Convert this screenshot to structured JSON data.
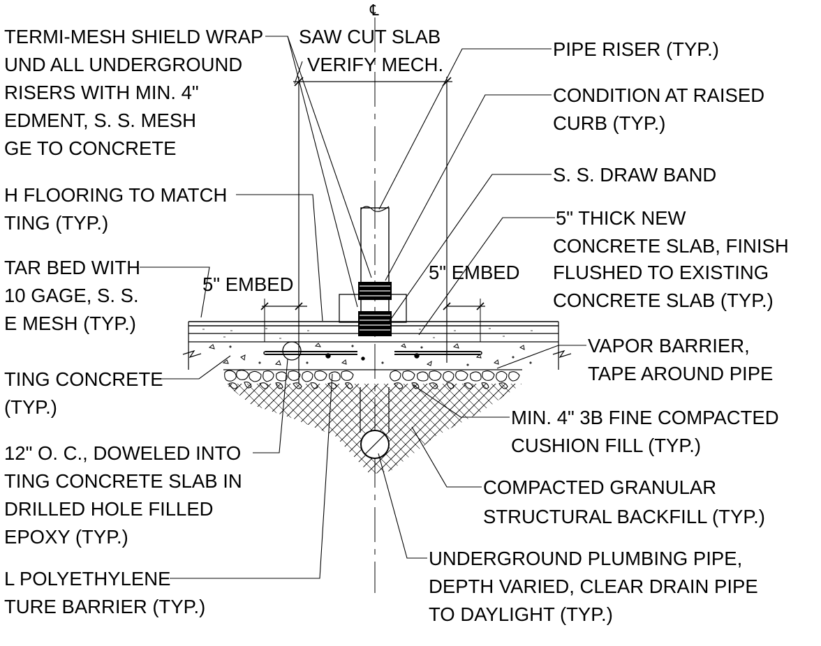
{
  "centerline_symbol": "℄",
  "left_labels": {
    "termi_mesh": [
      "TERMI-MESH SHIELD WRAP",
      "UND ALL UNDERGROUND",
      "RISERS WITH MIN. 4\"",
      "EDMENT, S. S. MESH",
      "GE TO CONCRETE"
    ],
    "flooring": [
      "H FLOORING TO MATCH",
      "TING (TYP.)"
    ],
    "mortar_bed": [
      "TAR BED WITH",
      "10 GAGE, S. S.",
      "E MESH (TYP.)"
    ],
    "existing_concrete": [
      "TING CONCRETE",
      "(TYP.)"
    ],
    "dowel": [
      "12\" O. C., DOWELED INTO",
      "TING CONCRETE SLAB IN",
      "DRILLED HOLE FILLED",
      "EPOXY (TYP.)"
    ],
    "poly_barrier": [
      "L POLYETHYLENE",
      "TURE BARRIER  (TYP.)"
    ]
  },
  "center_labels": {
    "saw_cut": [
      "SAW CUT SLAB",
      "VERIFY MECH."
    ],
    "embed_left": "5\" EMBED",
    "embed_right": "5\" EMBED"
  },
  "right_labels": {
    "pipe_riser": "PIPE RISER (TYP.)",
    "raised_curb": [
      "CONDITION AT RAISED",
      "CURB (TYP.)"
    ],
    "draw_band": "S. S. DRAW BAND",
    "new_slab": [
      "5\" THICK NEW",
      "CONCRETE SLAB, FINISH",
      "FLUSHED TO EXISTING",
      "CONCRETE SLAB (TYP.)"
    ],
    "vapor_barrier": [
      "VAPOR BARRIER,",
      "TAPE AROUND PIPE"
    ],
    "cushion_fill": [
      "MIN. 4\" 3B FINE COMPACTED",
      "CUSHION FILL (TYP.)"
    ],
    "backfill": [
      "COMPACTED GRANULAR",
      "STRUCTURAL BACKFILL (TYP.)"
    ],
    "plumbing_pipe": [
      "UNDERGROUND PLUMBING PIPE,",
      "DEPTH VARIED, CLEAR DRAIN PIPE",
      "TO DAYLIGHT (TYP.)"
    ]
  },
  "colors": {
    "line": "#000000",
    "background": "#ffffff"
  }
}
